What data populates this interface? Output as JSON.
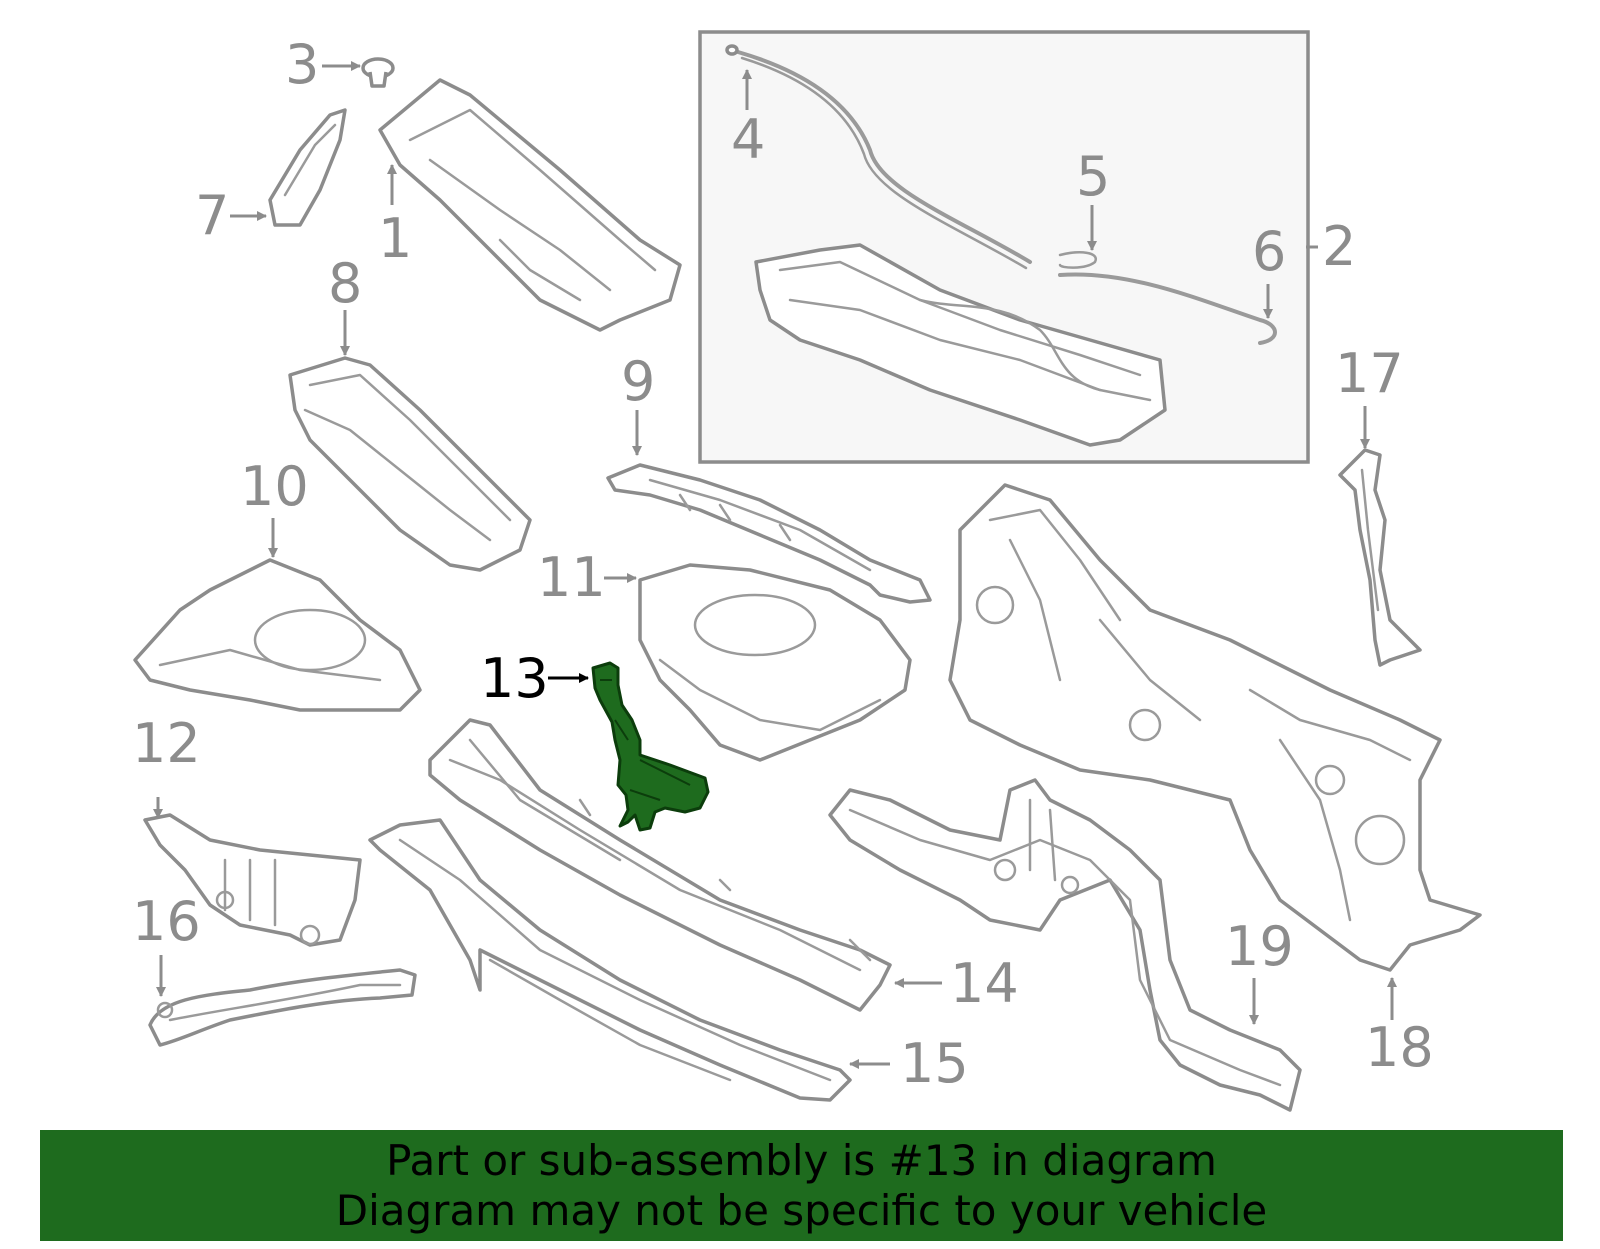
{
  "diagram": {
    "highlighted_part": "13",
    "callouts": [
      "1",
      "2",
      "3",
      "4",
      "5",
      "6",
      "7",
      "8",
      "9",
      "10",
      "11",
      "12",
      "13",
      "14",
      "15",
      "16",
      "17",
      "18",
      "19"
    ],
    "colors": {
      "highlight": "#1e6b1e",
      "line": "#8c8c8c",
      "inset_bg": "#f7f7f7",
      "banner": "#1e6b1e"
    }
  },
  "banner": {
    "line1": "Part or sub-assembly is #13 in diagram",
    "line2": "Diagram may not be specific to your vehicle"
  }
}
